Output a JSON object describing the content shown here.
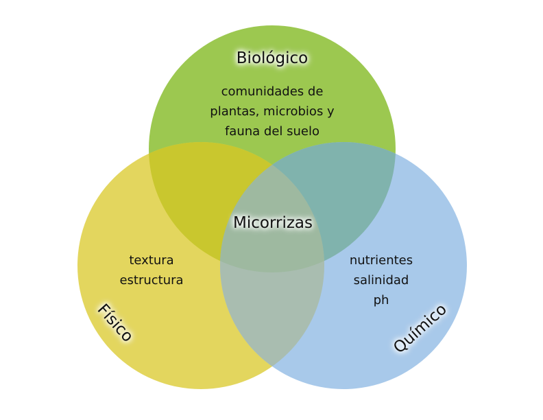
{
  "colors": {
    "biologico": "#9cc850",
    "fisico": "#e3d65e",
    "quimico": "#a8c9ea",
    "bio_fis": "#c9c72e",
    "bio_qui": "#80b3ad",
    "fis_qui": "#a9bdb0",
    "all": "#9eb9a0"
  },
  "sets": {
    "biologico": {
      "title": "Biológico",
      "items": [
        "comunidades de",
        "plantas, microbios y",
        "fauna del suelo"
      ]
    },
    "fisico": {
      "title": "Físico",
      "items": [
        "textura",
        "estructura"
      ]
    },
    "quimico": {
      "title": "Químico",
      "items": [
        "nutrientes",
        "salinidad",
        "ph"
      ]
    }
  },
  "center": "Micorrizas"
}
